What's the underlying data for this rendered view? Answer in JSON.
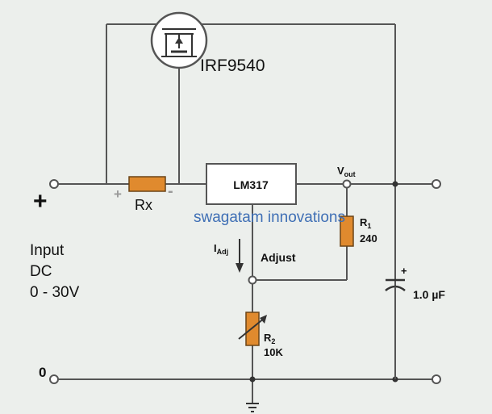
{
  "diagram": {
    "terminals": {
      "plus": "+",
      "zero": "0"
    },
    "input_label": {
      "line1": "Input",
      "line2": "DC",
      "line3": "0 - 30V"
    },
    "rx": {
      "name": "Rx",
      "plus": "+",
      "minus": "-"
    },
    "mosfet": {
      "name": "IRF9540"
    },
    "regulator": {
      "name": "LM317"
    },
    "vout": {
      "base": "V",
      "sub": "out"
    },
    "r1": {
      "base": "R",
      "sub": "1",
      "value": "240"
    },
    "r2": {
      "base": "R",
      "sub": "2",
      "value": "10K"
    },
    "iadj": {
      "base": "I",
      "sub": "Adj"
    },
    "adjust_label": "Adjust",
    "capacitor": {
      "polarity": "+",
      "value": "1.0 µF"
    },
    "watermark": "swagatam innovations",
    "colors": {
      "background": "#ecefec",
      "wire": "#555555",
      "resistor": "#e08a2e",
      "watermark": "#3f6fb5",
      "rx_polarity": "#9a9a9a"
    }
  }
}
